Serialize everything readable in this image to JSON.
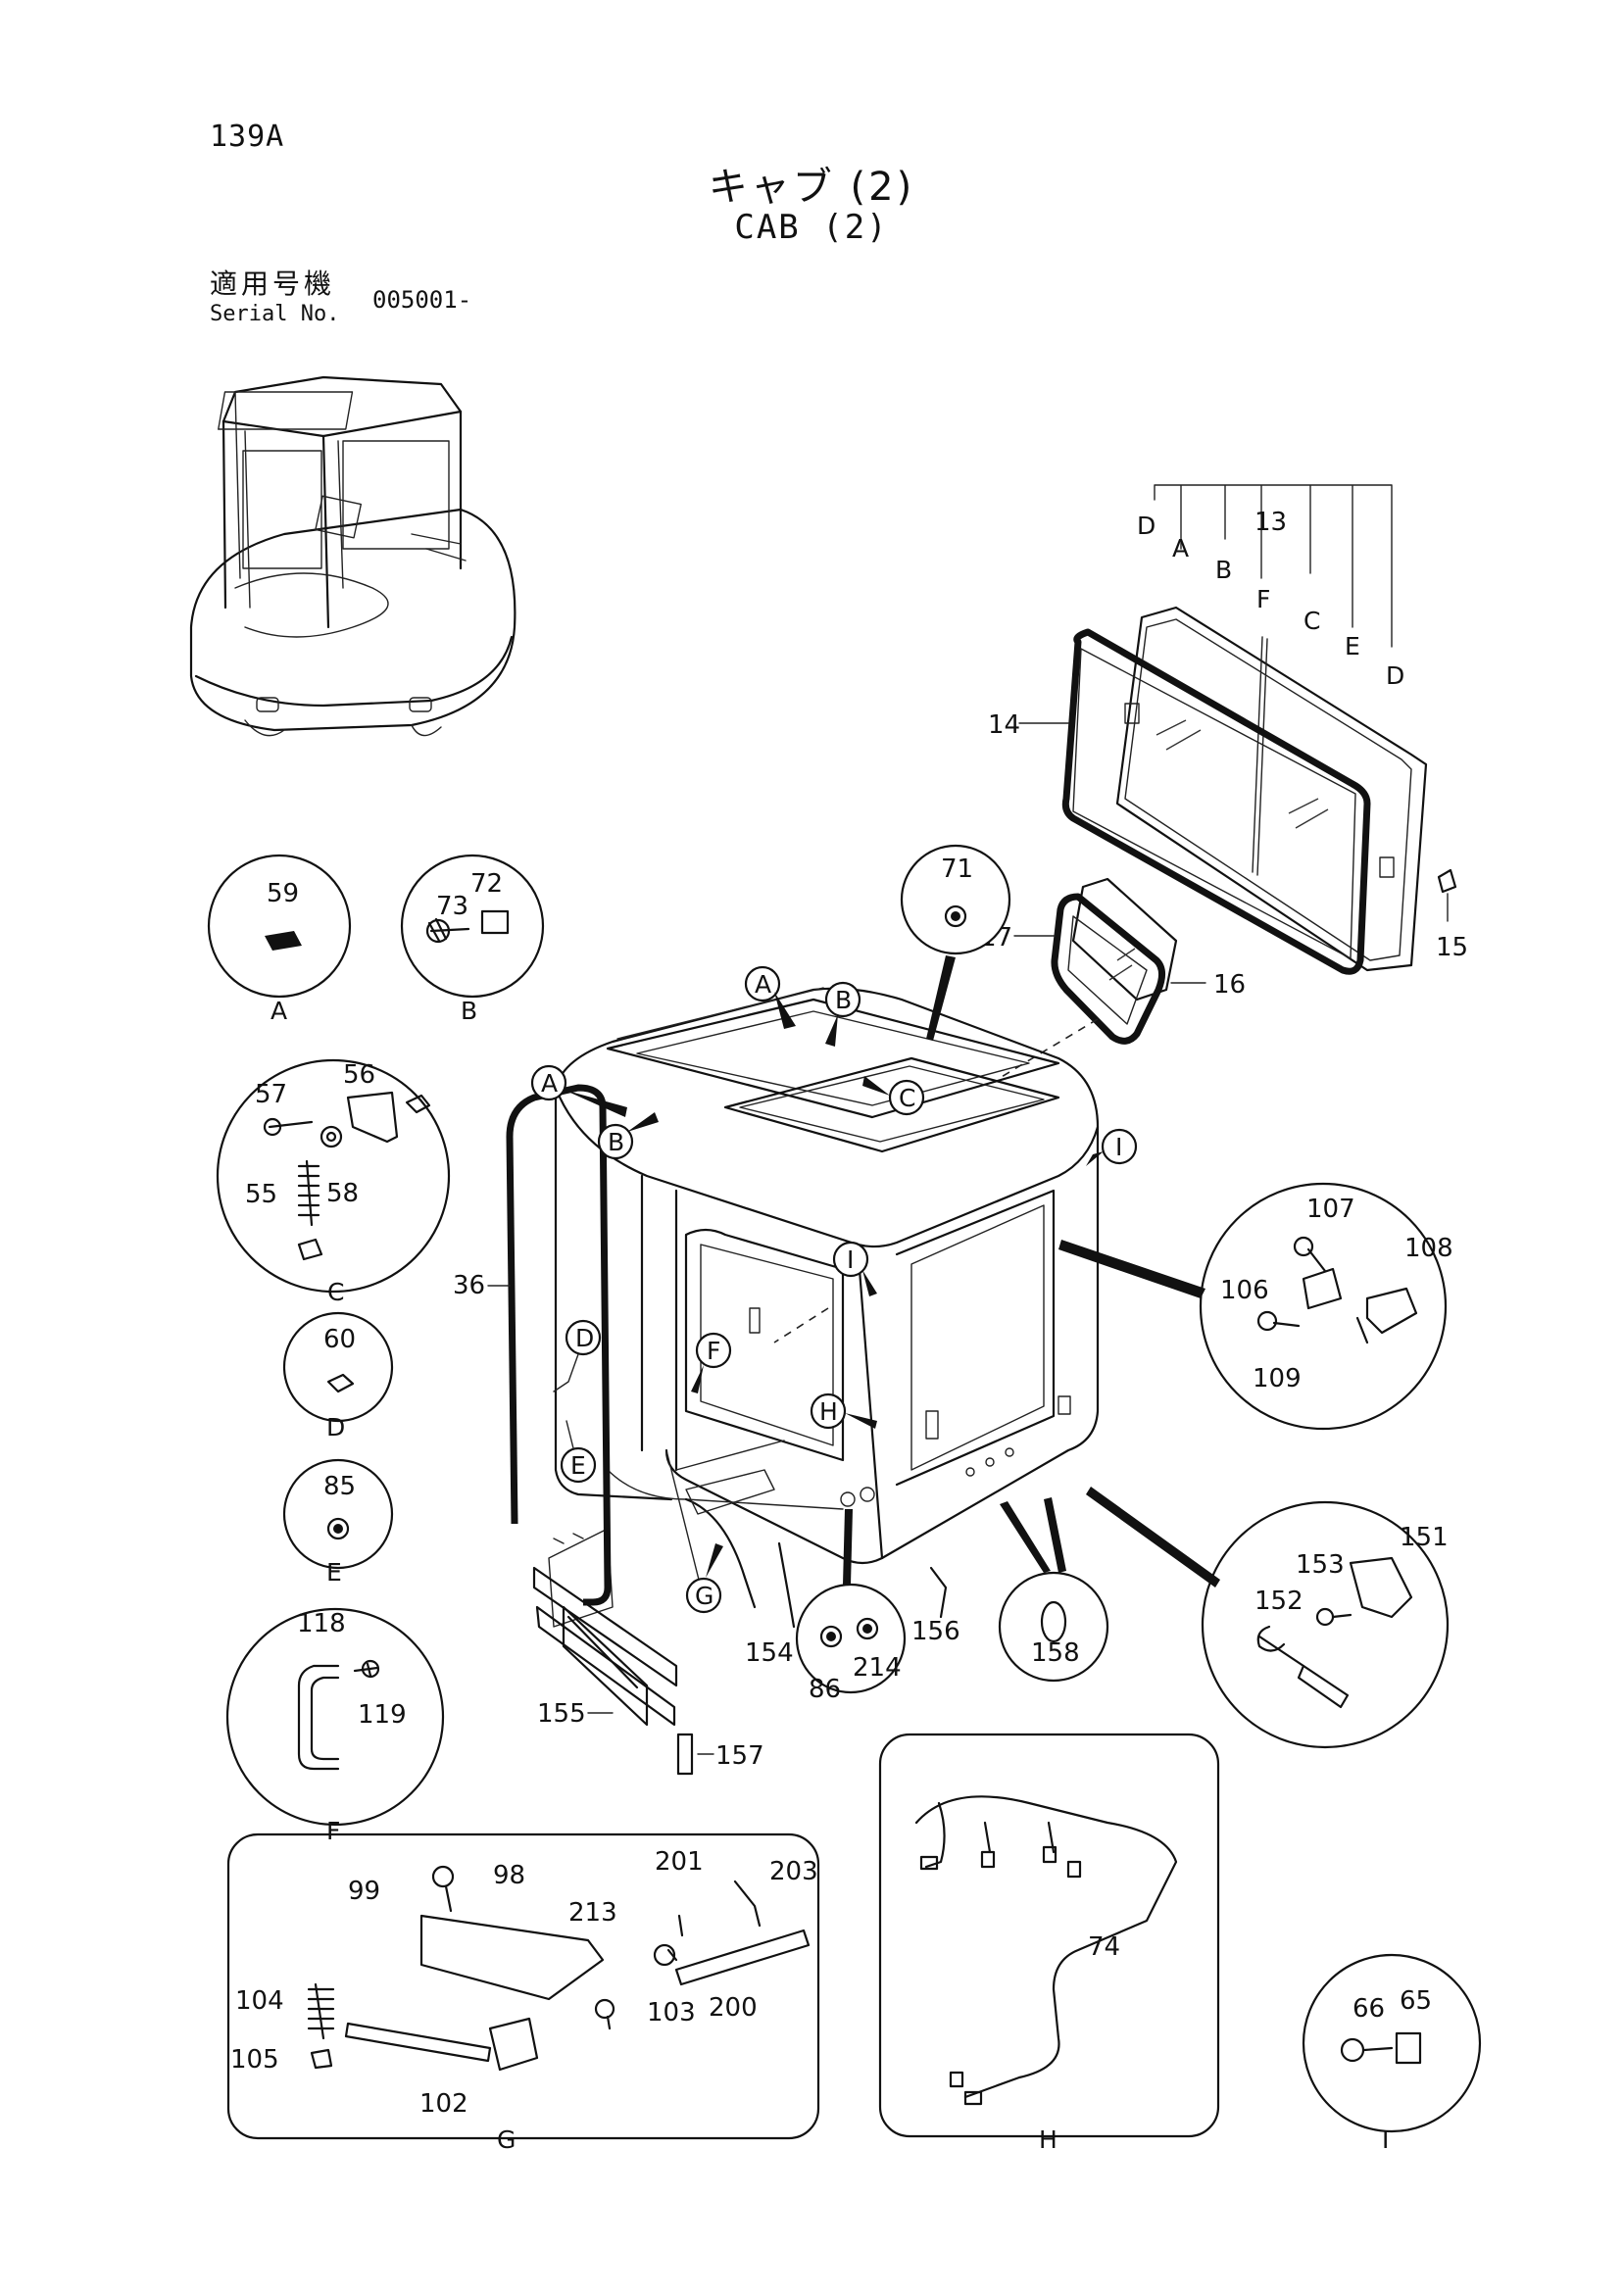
{
  "header": {
    "page_id": "139A",
    "title_jp": "キャブ (2)",
    "title_en": "CAB (2)",
    "serial_label_jp": "適用号機",
    "serial_label_en": "Serial No.",
    "serial_value": "005001-"
  },
  "part_numbers": {
    "p13": "13",
    "p14": "14",
    "p15": "15",
    "p16": "16",
    "p17": "17",
    "p36": "36",
    "p55": "55",
    "p56": "56",
    "p57": "57",
    "p58": "58",
    "p59": "59",
    "p60": "60",
    "p65": "65",
    "p66": "66",
    "p71": "71",
    "p72": "72",
    "p73": "73",
    "p74": "74",
    "p85": "85",
    "p86": "86",
    "p98": "98",
    "p99": "99",
    "p102": "102",
    "p103": "103",
    "p104": "104",
    "p105": "105",
    "p106": "106",
    "p107": "107",
    "p108": "108",
    "p109": "109",
    "p118": "118",
    "p119": "119",
    "p151": "151",
    "p152": "152",
    "p153": "153",
    "p154": "154",
    "p155": "155",
    "p156": "156",
    "p157": "157",
    "p158": "158",
    "p200": "200",
    "p201": "201",
    "p203": "203",
    "p213": "213",
    "p214": "214"
  },
  "callouts": {
    "A": "A",
    "B": "B",
    "C": "C",
    "D": "D",
    "E": "E",
    "F": "F",
    "G": "G",
    "H": "H",
    "I": "I"
  }
}
